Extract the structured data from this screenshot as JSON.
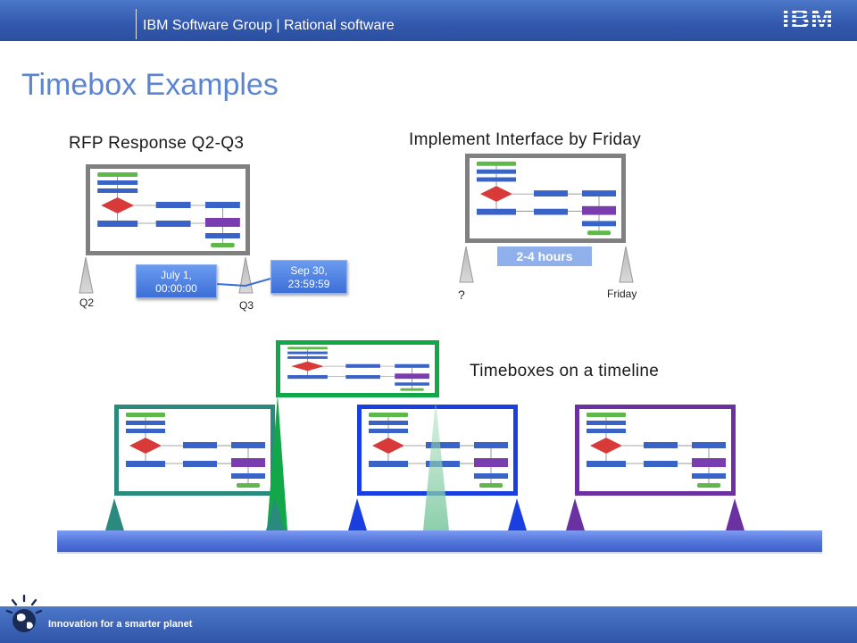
{
  "header": {
    "title": "IBM Software Group | Rational software",
    "logo_text": "IBM"
  },
  "slide": {
    "title": "Timebox Examples",
    "example1": {
      "title": "RFP Response Q2-Q3",
      "start_label": "Q2",
      "end_label": "Q3",
      "start_callout": [
        "July 1,",
        "00:00:00"
      ],
      "end_callout": [
        "Sep 30,",
        "23:59:59"
      ]
    },
    "example2": {
      "title": "Implement Interface by Friday",
      "duration": "2-4 hours",
      "start_label": "?",
      "end_label": "Friday"
    },
    "example3": {
      "title": "Timeboxes on a timeline"
    }
  },
  "footer": {
    "tagline": "Innovation for a smarter planet"
  },
  "colors": {
    "brand_blue": "#3158ad",
    "title_blue": "#5b86cf",
    "grey_frame": "#808080",
    "teal_frame": "#2b8a7e",
    "green_frame": "#12a84a",
    "blue_frame": "#1a3fe0",
    "purple_frame": "#6b31a0",
    "timeline_bar": "#5577dd"
  }
}
